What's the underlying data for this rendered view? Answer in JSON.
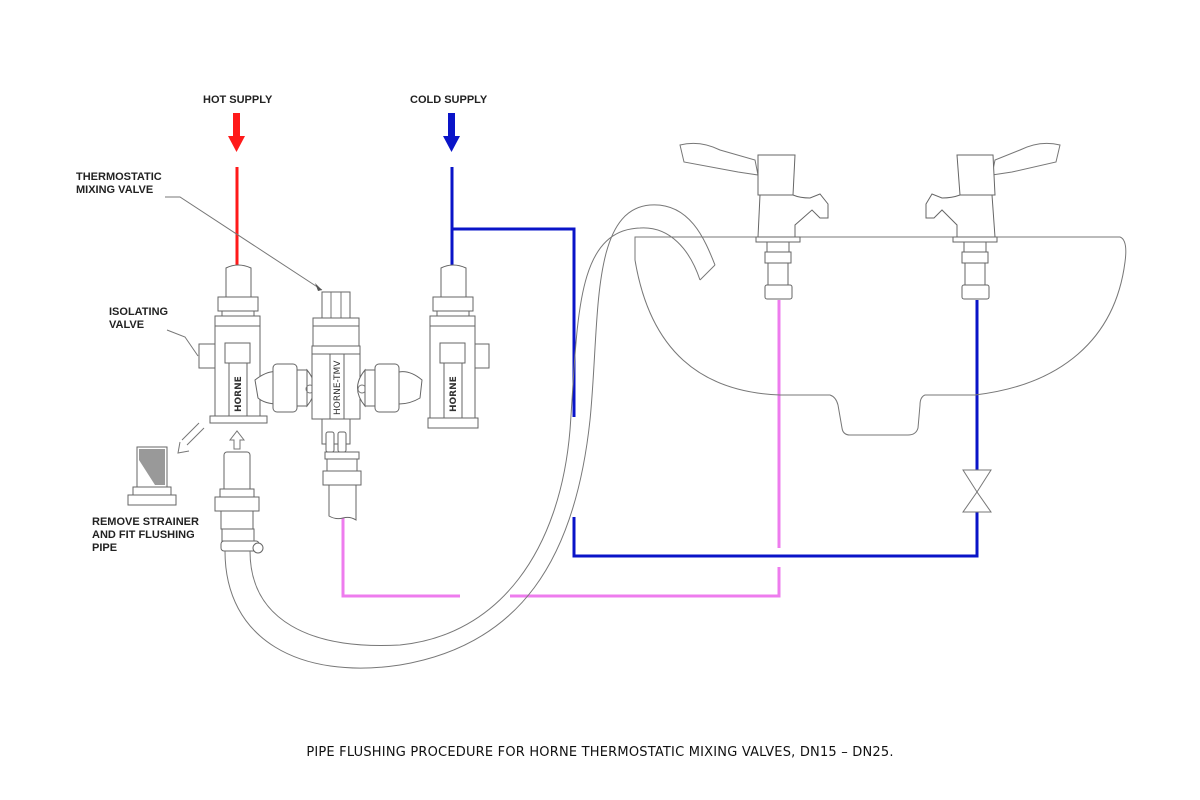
{
  "labels": {
    "hot_supply": "HOT SUPPLY",
    "cold_supply": "COLD SUPPLY",
    "tmv": "THERMOSTATIC\nMIXING VALVE",
    "isolating_valve": "ISOLATING\nVALVE",
    "remove_strainer": "REMOVE STRAINER\nAND FIT FLUSHING\nPIPE"
  },
  "valve_markings": {
    "left_valve": "HORNE",
    "right_valve": "HORNE",
    "tmv_body": "HORNE-TMV"
  },
  "caption": "PIPE FLUSHING PROCEDURE FOR HORNE THERMOSTATIC MIXING VALVES, DN15 – DN25.",
  "colors": {
    "hot": "#ff1a1a",
    "cold": "#0a14c8",
    "mixed": "#ee7cee",
    "outline": "#666666"
  }
}
